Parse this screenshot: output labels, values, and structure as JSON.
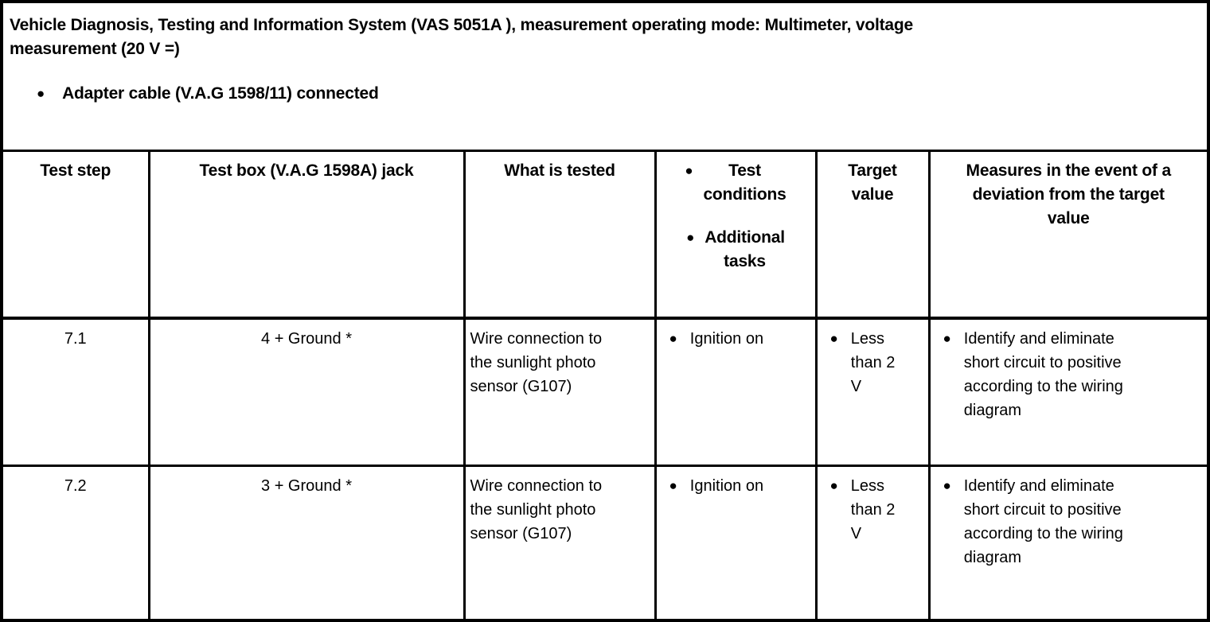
{
  "document": {
    "title": "Vehicle Diagnosis, Testing and Information System (VAS 5051A ), measurement operating mode: Multimeter, voltage\nmeasurement (20 V =)",
    "intro_bullet": "Adapter cable (V.A.G 1598/11) connected",
    "bullet_glyph": "●"
  },
  "table": {
    "headers": {
      "test_step": "Test step",
      "jack": "Test box (V.A.G 1598A) jack",
      "what_tested": "What is tested",
      "conditions_bullets": [
        "Test\nconditions",
        "Additional\ntasks"
      ],
      "target": "Target\nvalue",
      "measures": "Measures in the event of a\ndeviation from the target\nvalue"
    },
    "rows": [
      {
        "test_step": "7.1",
        "jack": "4 + Ground *",
        "what_tested": "Wire connection to\nthe sunlight photo\nsensor (G107)",
        "conditions": [
          "Ignition on"
        ],
        "target": [
          "Less\nthan 2\nV"
        ],
        "measures": [
          "Identify and eliminate\nshort circuit to positive\naccording to the wiring\ndiagram"
        ]
      },
      {
        "test_step": "7.2",
        "jack": "3 + Ground *",
        "what_tested": "Wire connection to\nthe sunlight photo\nsensor (G107)",
        "conditions": [
          "Ignition on"
        ],
        "target": [
          "Less\nthan 2\nV"
        ],
        "measures": [
          "Identify and eliminate\nshort circuit to positive\naccording to the wiring\ndiagram"
        ]
      }
    ]
  }
}
